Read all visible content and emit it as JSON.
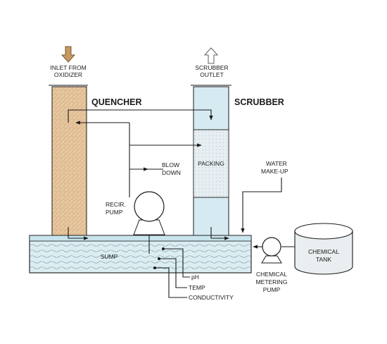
{
  "labels": {
    "inlet_line1": "INLET FROM",
    "inlet_line2": "OXIDIZER",
    "outlet_line1": "SCRUBBER",
    "outlet_line2": "OUTLET",
    "quencher": "QUENCHER",
    "scrubber": "SCRUBBER",
    "blow_line1": "BLOW",
    "blow_line2": "DOWN",
    "packing": "PACKING",
    "water_line1": "WATER",
    "water_line2": "MAKE-UP",
    "recir_line1": "RECIR.",
    "recir_line2": "PUMP",
    "sump": "SUMP",
    "chem_tank_line1": "CHEMICAL",
    "chem_tank_line2": "TANK",
    "chem_pump_line1": "CHEMICAL",
    "chem_pump_line2": "METERING",
    "chem_pump_line3": "PUMP",
    "ph": "pH",
    "temp": "TEMP",
    "conductivity": "CONDUCTIVITY"
  },
  "colors": {
    "quencher_fill": "#e8c8a0",
    "quencher_hatch": "#c9a57a",
    "inlet_arrow": "#c8995e",
    "scrubber_fill": "#d6eaf1",
    "packing_fill": "#e6eef2",
    "sump_water": "#dcedf2",
    "sump_top": "#c8e4ec",
    "tank_fill": "#e9eef0",
    "outline": "#1a1a1a"
  }
}
